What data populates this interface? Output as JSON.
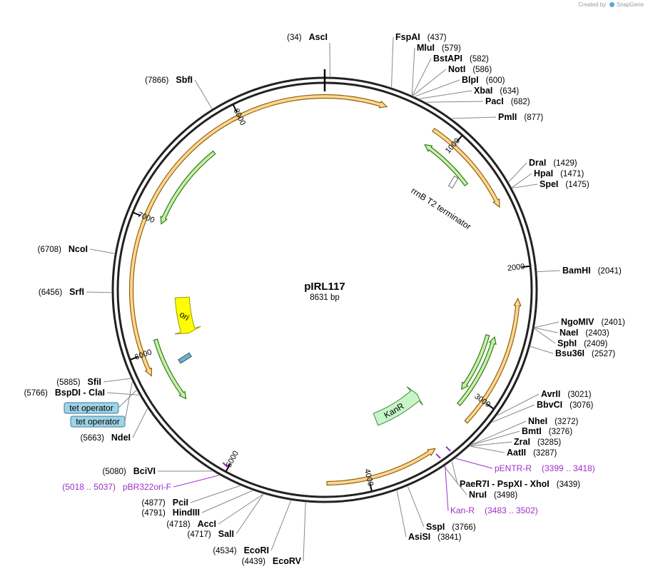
{
  "watermark": {
    "created_by": "Created by",
    "brand": "SnapGene"
  },
  "plasmid": {
    "name": "pIRL117",
    "length_label": "8631 bp",
    "length": 8631
  },
  "ticks": [
    {
      "pos": 1000,
      "label": "1000"
    },
    {
      "pos": 2000,
      "label": "2000"
    },
    {
      "pos": 3000,
      "label": "3000"
    },
    {
      "pos": 4000,
      "label": "4000"
    },
    {
      "pos": 5000,
      "label": "5000"
    },
    {
      "pos": 6000,
      "label": "6000"
    },
    {
      "pos": 7000,
      "label": "7000"
    },
    {
      "pos": 8000,
      "label": "8000"
    }
  ],
  "sites": [
    {
      "name": "AscI",
      "pos_label": "(34)",
      "pos": 34,
      "side": "left"
    },
    {
      "name": "FspAI",
      "pos_label": "(437)",
      "pos": 437,
      "side": "right"
    },
    {
      "name": "MluI",
      "pos_label": "(579)",
      "pos": 579,
      "side": "right"
    },
    {
      "name": "BstAPI",
      "pos_label": "(582)",
      "pos": 582,
      "side": "right"
    },
    {
      "name": "NotI",
      "pos_label": "(586)",
      "pos": 586,
      "side": "right"
    },
    {
      "name": "BlpI",
      "pos_label": "(600)",
      "pos": 600,
      "side": "right"
    },
    {
      "name": "XbaI",
      "pos_label": "(634)",
      "pos": 634,
      "side": "right"
    },
    {
      "name": "PacI",
      "pos_label": "(682)",
      "pos": 682,
      "side": "right"
    },
    {
      "name": "PmlI",
      "pos_label": "(877)",
      "pos": 877,
      "side": "right"
    },
    {
      "name": "DraI",
      "pos_label": "(1429)",
      "pos": 1429,
      "side": "right"
    },
    {
      "name": "HpaI",
      "pos_label": "(1471)",
      "pos": 1471,
      "side": "right"
    },
    {
      "name": "SpeI",
      "pos_label": "(1475)",
      "pos": 1475,
      "side": "right"
    },
    {
      "name": "BamHI",
      "pos_label": "(2041)",
      "pos": 2041,
      "side": "right"
    },
    {
      "name": "NgoMIV",
      "pos_label": "(2401)",
      "pos": 2401,
      "side": "right"
    },
    {
      "name": "NaeI",
      "pos_label": "(2403)",
      "pos": 2403,
      "side": "right"
    },
    {
      "name": "SphI",
      "pos_label": "(2409)",
      "pos": 2409,
      "side": "right"
    },
    {
      "name": "Bsu36I",
      "pos_label": "(2527)",
      "pos": 2527,
      "side": "right"
    },
    {
      "name": "AvrII",
      "pos_label": "(3021)",
      "pos": 3021,
      "side": "right"
    },
    {
      "name": "BbvCI",
      "pos_label": "(3076)",
      "pos": 3076,
      "side": "right"
    },
    {
      "name": "NheI",
      "pos_label": "(3272)",
      "pos": 3272,
      "side": "right"
    },
    {
      "name": "BmtI",
      "pos_label": "(3276)",
      "pos": 3276,
      "side": "right"
    },
    {
      "name": "ZraI",
      "pos_label": "(3285)",
      "pos": 3285,
      "side": "right"
    },
    {
      "name": "AatII",
      "pos_label": "(3287)",
      "pos": 3287,
      "side": "right"
    },
    {
      "name": "PaeR7I  -  PspXI  -  XhoI",
      "pos_label": "(3439)",
      "pos": 3439,
      "side": "right"
    },
    {
      "name": "NruI",
      "pos_label": "(3498)",
      "pos": 3498,
      "side": "right"
    },
    {
      "name": "SspI",
      "pos_label": "(3766)",
      "pos": 3766,
      "side": "right"
    },
    {
      "name": "AsiSI",
      "pos_label": "(3841)",
      "pos": 3841,
      "side": "right"
    },
    {
      "name": "EcoRV",
      "pos_label": "(4439)",
      "pos": 4439,
      "side": "left"
    },
    {
      "name": "EcoRI",
      "pos_label": "(4534)",
      "pos": 4534,
      "side": "left"
    },
    {
      "name": "SalI",
      "pos_label": "(4717)",
      "pos": 4717,
      "side": "left"
    },
    {
      "name": "AccI",
      "pos_label": "(4718)",
      "pos": 4718,
      "side": "left"
    },
    {
      "name": "HindIII",
      "pos_label": "(4791)",
      "pos": 4791,
      "side": "left"
    },
    {
      "name": "PciI",
      "pos_label": "(4877)",
      "pos": 4877,
      "side": "left"
    },
    {
      "name": "BciVI",
      "pos_label": "(5080)",
      "pos": 5080,
      "side": "left"
    },
    {
      "name": "NdeI",
      "pos_label": "(5663)",
      "pos": 5663,
      "side": "left"
    },
    {
      "name": "BspDI  -  ClaI",
      "pos_label": "(5766)",
      "pos": 5766,
      "side": "left"
    },
    {
      "name": "SfiI",
      "pos_label": "(5885)",
      "pos": 5885,
      "side": "left"
    },
    {
      "name": "SrfI",
      "pos_label": "(6456)",
      "pos": 6456,
      "side": "left"
    },
    {
      "name": "NcoI",
      "pos_label": "(6708)",
      "pos": 6708,
      "side": "left"
    },
    {
      "name": "SbfI",
      "pos_label": "(7866)",
      "pos": 7866,
      "side": "left"
    }
  ],
  "primers": [
    {
      "name": "pENTR-R",
      "range_label": "(3399 .. 3418)",
      "pos": 3408,
      "side": "right"
    },
    {
      "name": "Kan-R",
      "range_label": "(3483 .. 3502)",
      "pos": 3492,
      "side": "right"
    },
    {
      "name": "pBR322ori-F",
      "range_label": "(5018 .. 5037)",
      "pos": 5027,
      "side": "left"
    }
  ],
  "features": [
    {
      "name": "rrnB T2 terminator",
      "start": 1190,
      "end": 1210
    },
    {
      "name": "KanR",
      "start": 3100,
      "end": 3900,
      "color": "#c8f5c8",
      "strand": -1
    },
    {
      "name": "ori",
      "start": 5700,
      "end": 6300,
      "color": "#ffff00",
      "strand": 1
    },
    {
      "name": "tet operator",
      "start": 5820,
      "end": 5840
    },
    {
      "name": "tet operator",
      "start": 5860,
      "end": 5880
    }
  ],
  "orfs": [
    {
      "start": 7950,
      "end": 450,
      "strand": 1
    },
    {
      "start": 820,
      "end": 1550,
      "strand": 1
    },
    {
      "start": 2220,
      "end": 3190,
      "strand": -1
    },
    {
      "start": 3480,
      "end": 4300,
      "strand": -1
    },
    {
      "start": 5840,
      "end": 8000,
      "strand": -1
    }
  ],
  "orf_layers": [
    {
      "start": 7950,
      "end": 450,
      "strand": 1,
      "ring": 0
    },
    {
      "start": 820,
      "end": 1550,
      "strand": 1,
      "ring": 0
    },
    {
      "start": 2220,
      "end": 3190,
      "strand": -1,
      "ring": 0
    },
    {
      "start": 3480,
      "end": 4300,
      "strand": -1,
      "ring": 0
    },
    {
      "start": 5840,
      "end": 8000,
      "strand": -1,
      "ring": 0
    }
  ],
  "green_orfs": [
    {
      "start": 830,
      "end": 1280,
      "strand": -1
    },
    {
      "start": 2530,
      "end": 3130,
      "strand": -1
    },
    {
      "start": 2530,
      "end": 3020,
      "strand": 1
    },
    {
      "start": 5560,
      "end": 6080,
      "strand": -1
    },
    {
      "start": 7000,
      "end": 7700,
      "strand": -1
    }
  ],
  "colors": {
    "orf_fill": "#ffd58c",
    "orf_stroke": "#8a5a00",
    "green_fill": "#c9f0a8",
    "green_stroke": "#2f7a1a",
    "primer": "#a02ec8",
    "operator": "#9fd3e6"
  }
}
